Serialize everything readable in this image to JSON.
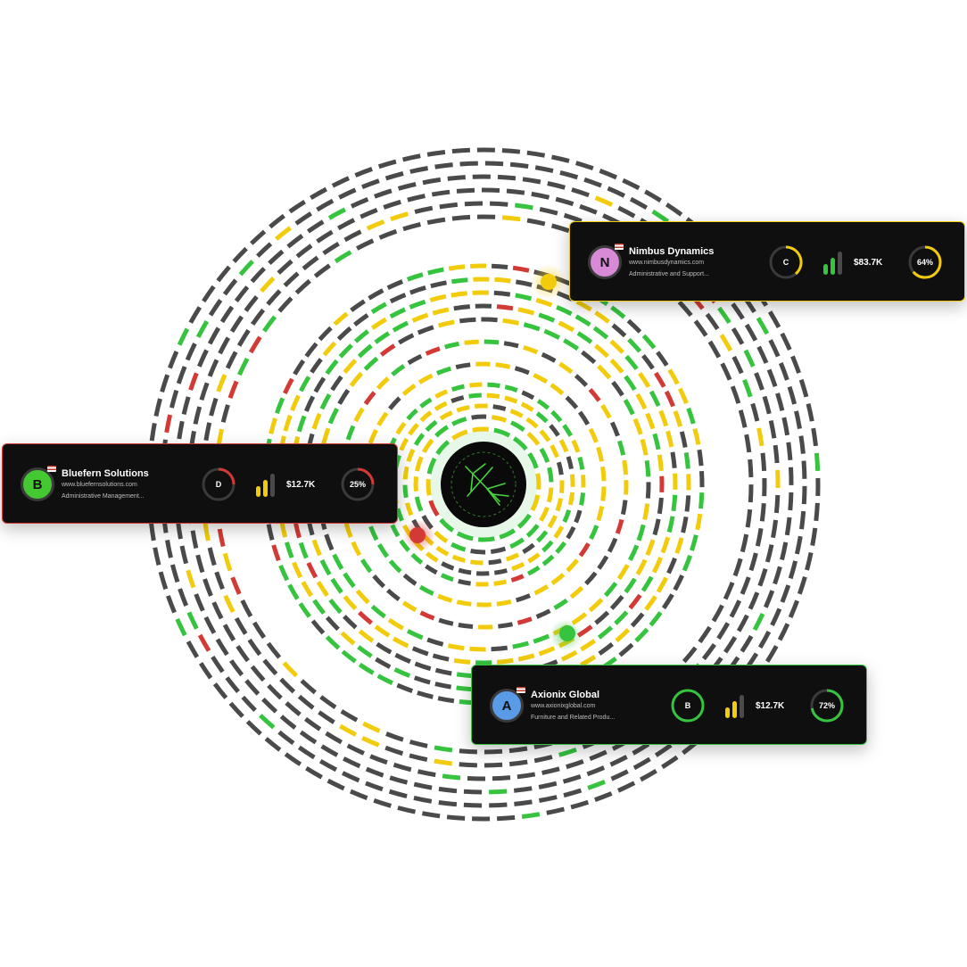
{
  "colors": {
    "green": "#36c43f",
    "yellow": "#f2cc0c",
    "red": "#d33a35",
    "gray": "#4a4a4a",
    "card_bg": "#0f0f0f",
    "hub_icon": "#45d53c"
  },
  "hub": {
    "icon": "network-tree-icon"
  },
  "cards": [
    {
      "id": "bluefern",
      "initial": "B",
      "avatar_color": "#45c932",
      "name": "Bluefern Solutions",
      "url": "www.bluefernsolutions.com",
      "description": "Administrative Management...",
      "grade": "D",
      "grade_color": "#d33a35",
      "amount": "$12.7K",
      "progress_label": "25%",
      "progress": 0.25,
      "progress_color": "#d33a35",
      "border_color": "#d33a35"
    },
    {
      "id": "nimbus",
      "initial": "N",
      "avatar_color": "#d88ad6",
      "name": "Nimbus Dynamics",
      "url": "www.nimbusdynamics.com",
      "description": "Administrative and Support...",
      "grade": "C",
      "grade_color": "#f2cc0c",
      "amount": "$83.7K",
      "progress_label": "64%",
      "progress": 0.64,
      "progress_color": "#f2cc0c",
      "border_color": "#f2cc0c"
    },
    {
      "id": "axionix",
      "initial": "A",
      "avatar_color": "#5a9be8",
      "name": "Axionix Global",
      "url": "www.axionixglobal.com",
      "description": "Furniture and Related Produ...",
      "grade": "B",
      "grade_color": "#36c43f",
      "amount": "$12.7K",
      "progress_label": "72%",
      "progress": 0.72,
      "progress_color": "#36c43f",
      "border_color": "#36c43f"
    }
  ]
}
